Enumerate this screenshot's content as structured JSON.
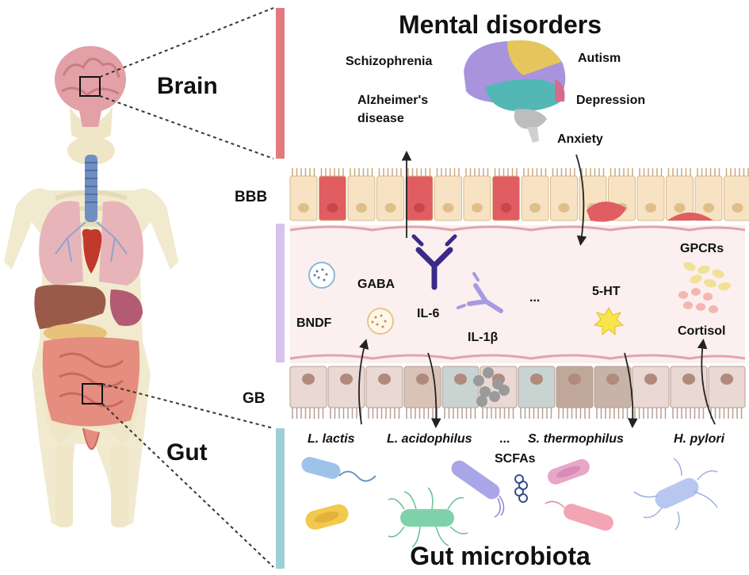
{
  "titles": {
    "top": "Mental disorders",
    "bottom": "Gut microbiota"
  },
  "organs": {
    "brain": "Brain",
    "gut": "Gut"
  },
  "barriers": {
    "bbb": "BBB",
    "gb": "GB"
  },
  "disorders": {
    "schizophrenia": "Schizophrenia",
    "autism": "Autism",
    "alzheimers_line1": "Alzheimer's",
    "alzheimers_line2": "disease",
    "depression": "Depression",
    "anxiety": "Anxiety"
  },
  "mediators": {
    "gpcrs": "GPCRs",
    "gaba": "GABA",
    "bndf": "BNDF",
    "il6": "IL-6",
    "il1b": "IL-1β",
    "ellipsis": "...",
    "serotonin": "5-HT",
    "cortisol": "Cortisol"
  },
  "microbes": {
    "l_lactis": "L. lactis",
    "l_acidophilus": "L. acidophilus",
    "ellipsis": "...",
    "s_thermophilus": "S. thermophilus",
    "h_pylori": "H. pylori",
    "scfas": "SCFAs"
  },
  "colors": {
    "brain_bar": "#e27b7f",
    "gut_bar": "#9fcfd6",
    "mid_bar": "#d7c2ec",
    "lumen": "#fbeff0",
    "bbb_cell": "#f7e3c3",
    "bbb_cell_red": "#e05d61",
    "gb_cell": "#e9d8d3"
  }
}
